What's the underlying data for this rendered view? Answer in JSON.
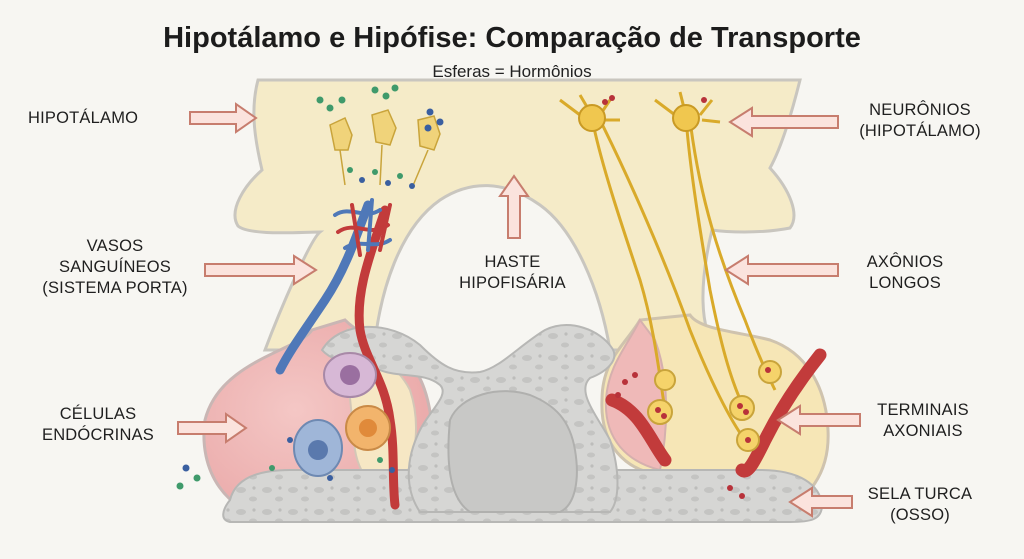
{
  "title": "Hipotálamo e Hipófise: Comparação de Transporte",
  "subtitle": "Esferas = Hormônios",
  "labels": {
    "hipotalamo": "HIPOTÁLAMO",
    "neuronios": [
      "NEURÔNIOS",
      "(HIPOTÁLAMO)"
    ],
    "vasos": [
      "VASOS",
      "SANGUÍNEOS",
      "(SISTEMA PORTA)"
    ],
    "haste": [
      "HASTE",
      "HIPOFISÁRIA"
    ],
    "axonios": [
      "AXÔNIOS",
      "LONGOS"
    ],
    "celulas": [
      "CÉLULAS",
      "ENDÓCRINAS"
    ],
    "terminais": [
      "TERMINAIS",
      "AXONIAIS"
    ],
    "sela": [
      "SELA TURCA",
      "(OSSO)"
    ]
  },
  "colors": {
    "tissue": "#f6ecc9",
    "tissue_outline": "#c9c6bf",
    "bone": "#d9d9d7",
    "anterior_pink": "#efb9b8",
    "posterior_yellow": "#f5e4b0",
    "artery": "#c23b3b",
    "vein": "#4f78b8",
    "neuron": "#e8c04a",
    "hormone_green": "#3f9a6b",
    "hormone_blue": "#3a5fa0",
    "hormone_red": "#b8323a",
    "arrow": "#c77d6e"
  }
}
